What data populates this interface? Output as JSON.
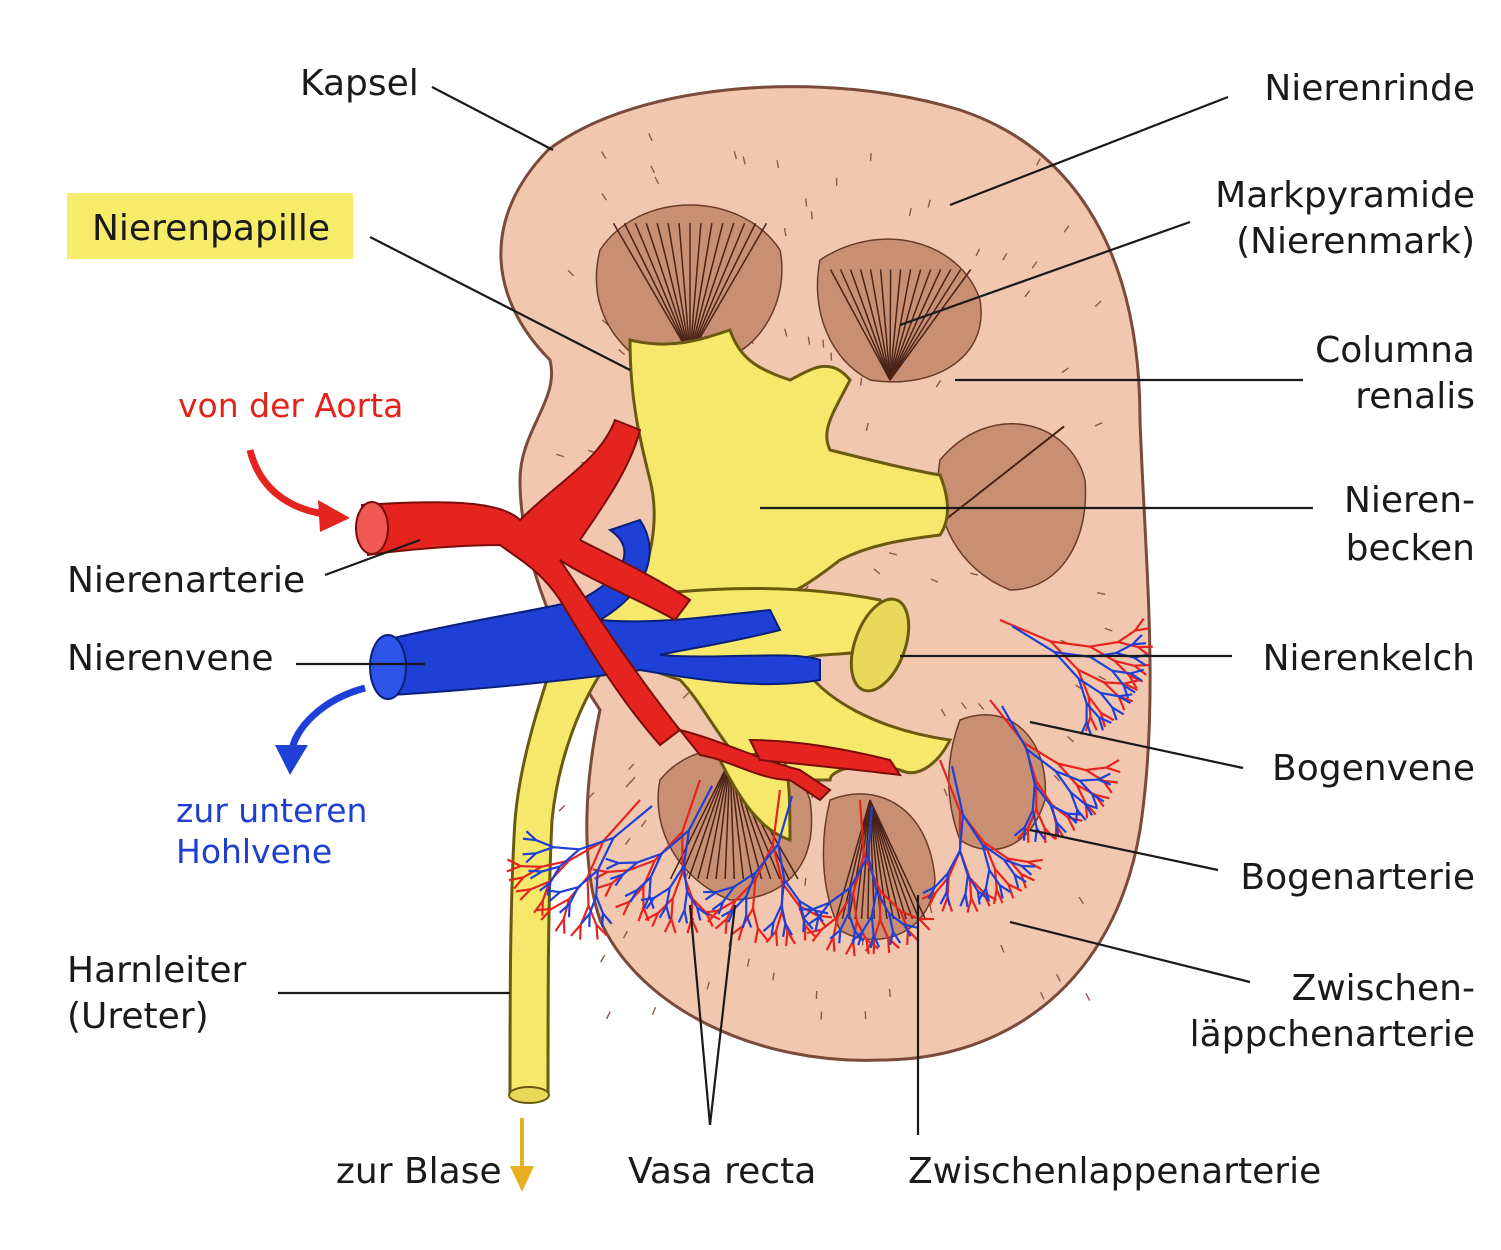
{
  "labels": {
    "kapsel": "Kapsel",
    "nierenrinde": "Nierenrinde",
    "nierenpapille": "Nierenpapille",
    "markpyramide_1": "Markpyramide",
    "markpyramide_2": "(Nierenmark)",
    "columna_1": "Columna",
    "columna_2": "renalis",
    "aorta": "von der Aorta",
    "nierenbecken_1": "Nieren-",
    "nierenbecken_2": "becken",
    "nierenarterie": "Nierenarterie",
    "nierenvene": "Nierenvene",
    "nierenkelch": "Nierenkelch",
    "hohlvene_1": "zur unteren",
    "hohlvene_2": "Hohlvene",
    "bogenvene": "Bogenvene",
    "bogenarterie": "Bogenarterie",
    "harnleiter_1": "Harnleiter",
    "harnleiter_2": "(Ureter)",
    "zwischenlaepp_1": "Zwischen-",
    "zwischenlaepp_2": "läppchenarterie",
    "blase": "zur Blase",
    "vasa_recta": "Vasa recta",
    "zwischenlappen": "Zwischenlappenarterie"
  },
  "colors": {
    "cortex": "#f2c7b0",
    "medulla": "#c98f72",
    "pelvis": "#f5e86a",
    "artery": "#e52420",
    "vein": "#1e40d6",
    "highlight": "#f6ec6a",
    "ink": "#1a1a1a"
  }
}
